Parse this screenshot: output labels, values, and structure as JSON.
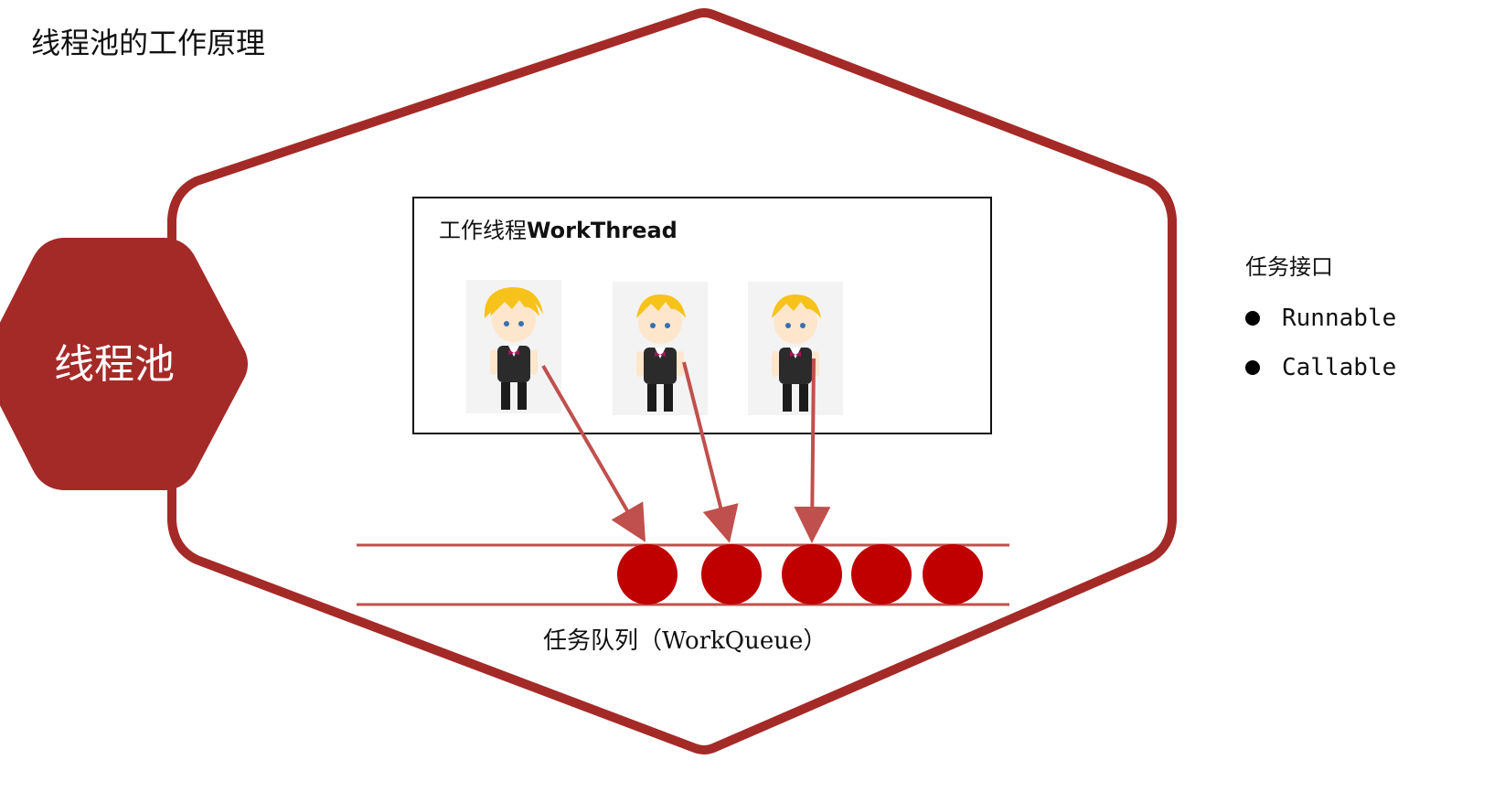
{
  "title": "线程池的工作原理",
  "pool": {
    "label": "线程池"
  },
  "workers": {
    "title_cn": "工作线程",
    "title_en": "WorkThread",
    "count": 3
  },
  "queue": {
    "caption": "任务队列（WorkQueue）",
    "task_count": 5
  },
  "interfaces": {
    "title": "任务接口",
    "items": [
      "Runnable",
      "Callable"
    ]
  },
  "colors": {
    "accent": "#a42a28",
    "task": "#c00000",
    "arrow": "#c0504d",
    "queue_line": "#c0504d",
    "text": "#111111"
  }
}
